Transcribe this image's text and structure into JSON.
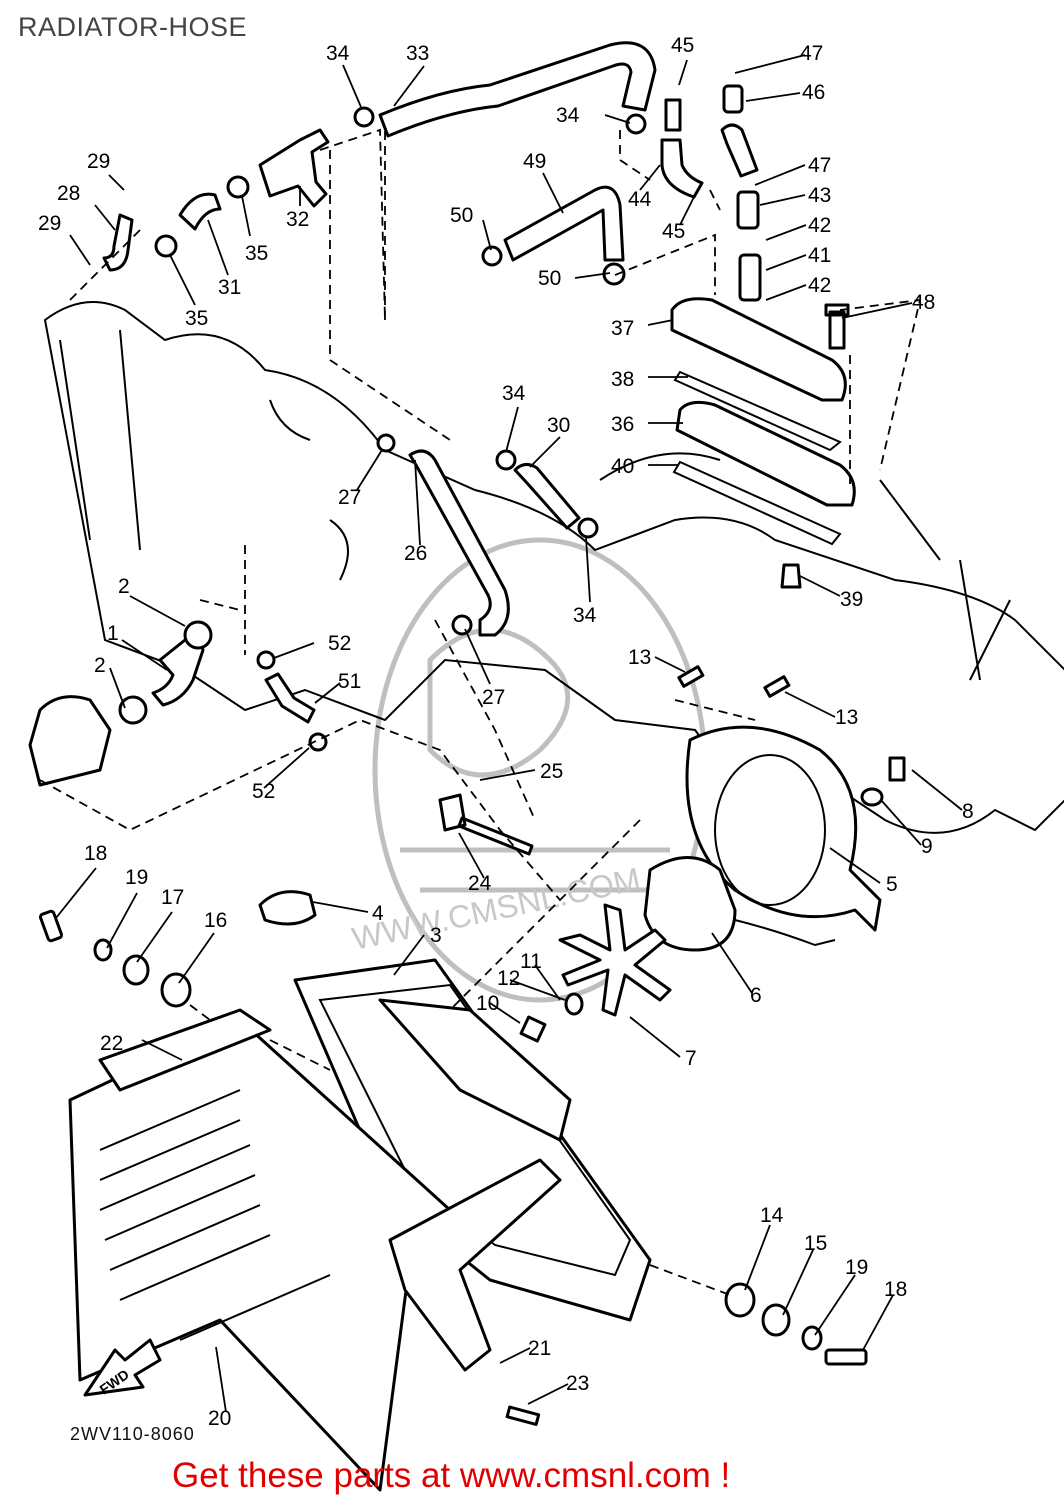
{
  "title": "RADIATOR-HOSE",
  "drawing_code": "2WV110-8060",
  "footer_link": "Get these parts at www.cmsnl.com !",
  "watermark": "WWW.CMSNL.COM",
  "fwd_label": "FWD",
  "callouts": [
    {
      "id": "c34a",
      "text": "34"
    },
    {
      "id": "c33",
      "text": "33"
    },
    {
      "id": "c45a",
      "text": "45"
    },
    {
      "id": "c47a",
      "text": "47"
    },
    {
      "id": "c46",
      "text": "46"
    },
    {
      "id": "c34b",
      "text": "34"
    },
    {
      "id": "c29a",
      "text": "29"
    },
    {
      "id": "c28",
      "text": "28"
    },
    {
      "id": "c29b",
      "text": "29"
    },
    {
      "id": "c32",
      "text": "32"
    },
    {
      "id": "c35a",
      "text": "35"
    },
    {
      "id": "c31",
      "text": "31"
    },
    {
      "id": "c35b",
      "text": "35"
    },
    {
      "id": "c49",
      "text": "49"
    },
    {
      "id": "c44",
      "text": "44"
    },
    {
      "id": "c47b",
      "text": "47"
    },
    {
      "id": "c43",
      "text": "43"
    },
    {
      "id": "c45b",
      "text": "45"
    },
    {
      "id": "c42a",
      "text": "42"
    },
    {
      "id": "c41",
      "text": "41"
    },
    {
      "id": "c42b",
      "text": "42"
    },
    {
      "id": "c50a",
      "text": "50"
    },
    {
      "id": "c50b",
      "text": "50"
    },
    {
      "id": "c48",
      "text": "48"
    },
    {
      "id": "c37",
      "text": "37"
    },
    {
      "id": "c38",
      "text": "38"
    },
    {
      "id": "c36",
      "text": "36"
    },
    {
      "id": "c40",
      "text": "40"
    },
    {
      "id": "c34c",
      "text": "34"
    },
    {
      "id": "c30",
      "text": "30"
    },
    {
      "id": "c27a",
      "text": "27"
    },
    {
      "id": "c26",
      "text": "26"
    },
    {
      "id": "c39",
      "text": "39"
    },
    {
      "id": "c34d",
      "text": "34"
    },
    {
      "id": "c2a",
      "text": "2"
    },
    {
      "id": "c52a",
      "text": "52"
    },
    {
      "id": "c1",
      "text": "1"
    },
    {
      "id": "c51",
      "text": "51"
    },
    {
      "id": "c2b",
      "text": "2"
    },
    {
      "id": "c27b",
      "text": "27"
    },
    {
      "id": "c13a",
      "text": "13"
    },
    {
      "id": "c13b",
      "text": "13"
    },
    {
      "id": "c25",
      "text": "25"
    },
    {
      "id": "c52b",
      "text": "52"
    },
    {
      "id": "c8",
      "text": "8"
    },
    {
      "id": "c9",
      "text": "9"
    },
    {
      "id": "c24",
      "text": "24"
    },
    {
      "id": "c5",
      "text": "5"
    },
    {
      "id": "c18a",
      "text": "18"
    },
    {
      "id": "c19a",
      "text": "19"
    },
    {
      "id": "c17",
      "text": "17"
    },
    {
      "id": "c16",
      "text": "16"
    },
    {
      "id": "c4",
      "text": "4"
    },
    {
      "id": "c3",
      "text": "3"
    },
    {
      "id": "c11",
      "text": "11"
    },
    {
      "id": "c12",
      "text": "12"
    },
    {
      "id": "c6",
      "text": "6"
    },
    {
      "id": "c10",
      "text": "10"
    },
    {
      "id": "c7",
      "text": "7"
    },
    {
      "id": "c22",
      "text": "22"
    },
    {
      "id": "c14",
      "text": "14"
    },
    {
      "id": "c15",
      "text": "15"
    },
    {
      "id": "c19b",
      "text": "19"
    },
    {
      "id": "c18b",
      "text": "18"
    },
    {
      "id": "c21",
      "text": "21"
    },
    {
      "id": "c23",
      "text": "23"
    },
    {
      "id": "c20",
      "text": "20"
    }
  ]
}
